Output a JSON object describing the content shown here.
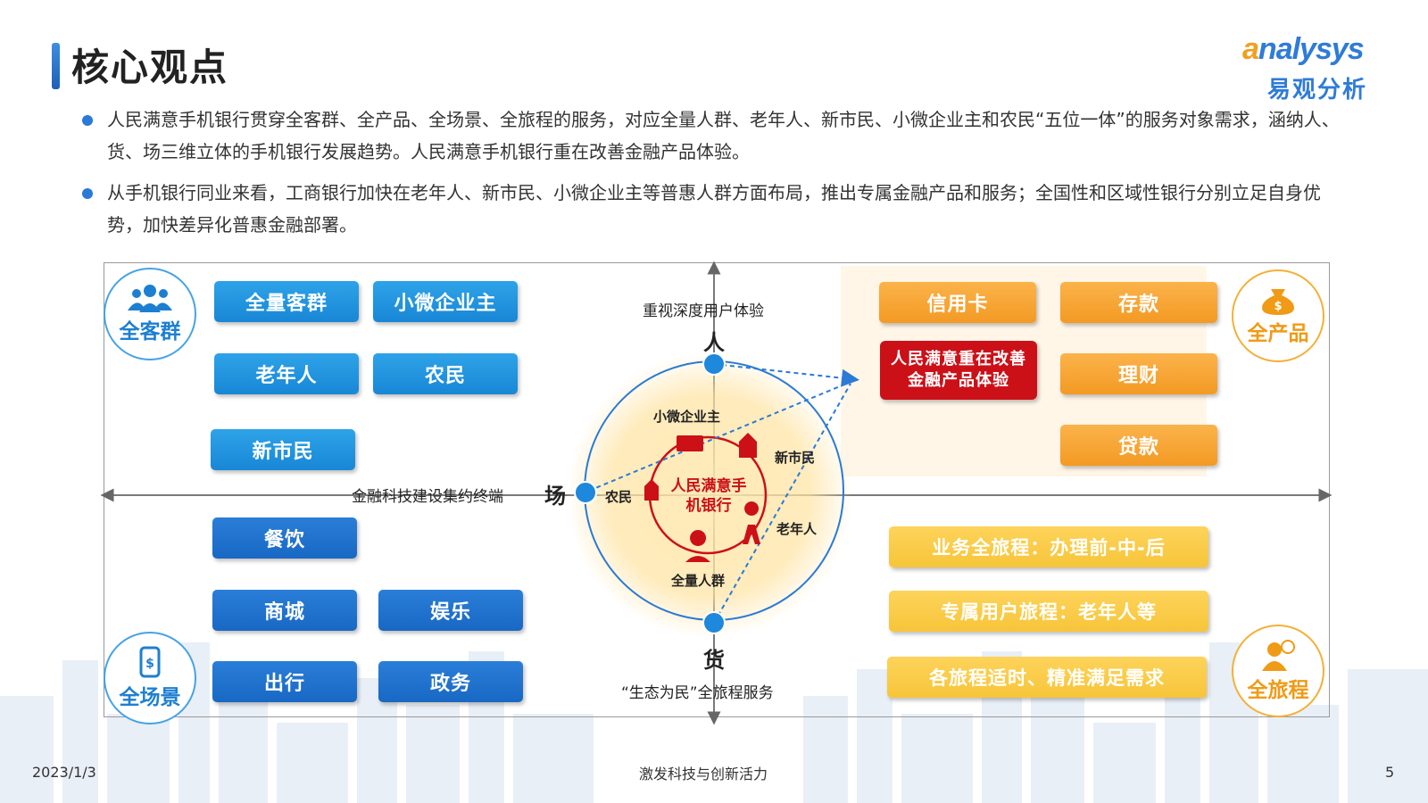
{
  "header": {
    "title": "核心观点",
    "logo_en_first": "a",
    "logo_en_rest": "nalysys",
    "logo_cn": "易观分析"
  },
  "bullets": [
    "人民满意手机银行贯穿全客群、全产品、全场景、全旅程的服务，对应全量人群、老年人、新市民、小微企业主和农民“五位一体”的服务对象需求，涵纳人、货、场三维立体的手机银行发展趋势。人民满意手机银行重在改善金融产品体验。",
    "从手机银行同业来看，工商银行加快在老年人、新市民、小微企业主等普惠人群方面布局，推出专属金融产品和服务；全国性和区域性银行分别立足自身优势，加快差异化普惠金融部署。"
  ],
  "diagram": {
    "corners": {
      "top_left": "全客群",
      "top_right": "全产品",
      "bottom_left": "全场景",
      "bottom_right": "全旅程"
    },
    "customer_groups": [
      "全量客群",
      "小微企业主",
      "老年人",
      "农民",
      "新市民"
    ],
    "products": [
      "信用卡",
      "存款",
      "理财",
      "贷款"
    ],
    "product_highlight": "人民满意重在改善金融产品体验",
    "scenes": [
      "餐饮",
      "商城",
      "娱乐",
      "出行",
      "政务"
    ],
    "journeys": [
      "业务全旅程：办理前-中-后",
      "专属用户旅程：老年人等",
      "各旅程适时、精准满足需求"
    ],
    "axes": {
      "top": "人",
      "top_label": "重视深度用户体验",
      "left": "场",
      "left_label": "金融科技建设集约终端",
      "bottom": "货",
      "bottom_label": "“生态为民”全旅程服务"
    },
    "center": "人民满意手机银行",
    "segments": [
      "小微企业主",
      "新市民",
      "农民",
      "老年人",
      "全量人群"
    ]
  },
  "footer": {
    "date": "2023/1/3",
    "slogan": "激发科技与创新活力",
    "page": "5"
  },
  "colors": {
    "blue": "#1887d6",
    "dark_blue": "#1868c4",
    "orange": "#f39a24",
    "yellow": "#f7c53a",
    "red": "#cc1018"
  }
}
